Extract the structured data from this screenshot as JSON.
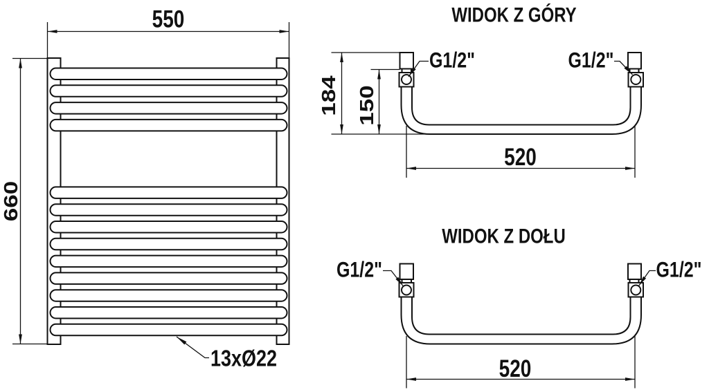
{
  "drawing": {
    "front_view": {
      "width_label": "550",
      "height_label": "660",
      "tube_label": "13xØ22"
    },
    "top_view": {
      "title": "WIDOK Z GÓRY",
      "depth_label": "184",
      "pipe_depth_label": "150",
      "spacing_label": "520",
      "thread_left_label": "G1/2\"",
      "thread_right_label": "G1/2\""
    },
    "bottom_view": {
      "title": "WIDOK Z DOŁU",
      "spacing_label": "520",
      "thread_left_label": "G1/2\"",
      "thread_right_label": "G1/2\""
    },
    "colors": {
      "line": "#111111",
      "background": "#ffffff"
    }
  }
}
